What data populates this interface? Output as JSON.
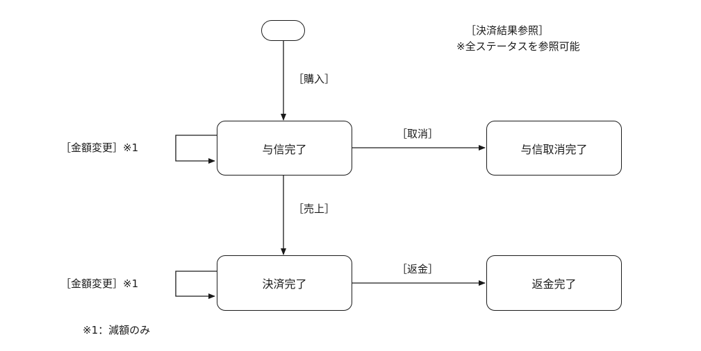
{
  "states": {
    "authorized": "与信完了",
    "auth_cancelled": "与信取消完了",
    "settled": "決済完了",
    "refunded": "返金完了"
  },
  "transitions": {
    "purchase": "［購入］",
    "cancel": "［取消］",
    "capture": "［売上］",
    "refund": "［返金］",
    "amount_change_auth": "［金額変更］※1",
    "amount_change_settled": "［金額変更］※1"
  },
  "notes": {
    "settlement_result_title": "［決済結果参照］",
    "settlement_result_body": "※全ステータスを参照可能",
    "footnote": "※1：減額のみ"
  }
}
